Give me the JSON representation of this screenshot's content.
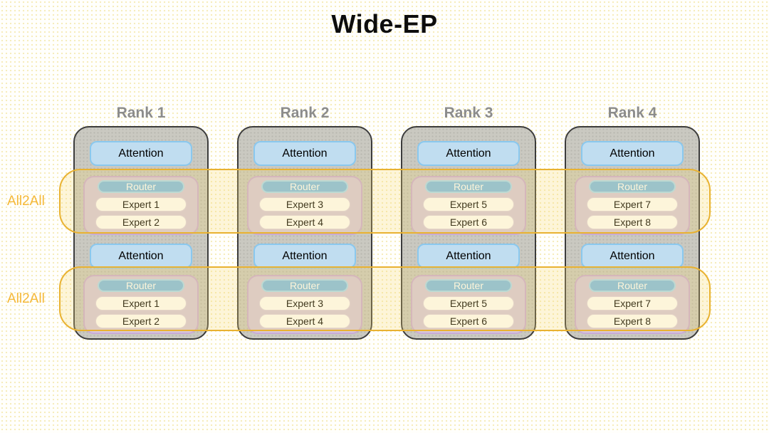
{
  "title": "Wide-EP",
  "bands": [
    {
      "label": "All2All"
    },
    {
      "label": "All2All"
    }
  ],
  "ranks": [
    {
      "label": "Rank 1",
      "layers": [
        {
          "attention": "Attention",
          "router": "Router",
          "experts": [
            "Expert 1",
            "Expert 2"
          ]
        },
        {
          "attention": "Attention",
          "router": "Router",
          "experts": [
            "Expert 1",
            "Expert 2"
          ]
        }
      ]
    },
    {
      "label": "Rank 2",
      "layers": [
        {
          "attention": "Attention",
          "router": "Router",
          "experts": [
            "Expert 3",
            "Expert 4"
          ]
        },
        {
          "attention": "Attention",
          "router": "Router",
          "experts": [
            "Expert 3",
            "Expert 4"
          ]
        }
      ]
    },
    {
      "label": "Rank 3",
      "layers": [
        {
          "attention": "Attention",
          "router": "Router",
          "experts": [
            "Expert 5",
            "Expert 6"
          ]
        },
        {
          "attention": "Attention",
          "router": "Router",
          "experts": [
            "Expert 5",
            "Expert 6"
          ]
        }
      ]
    },
    {
      "label": "Rank 4",
      "layers": [
        {
          "attention": "Attention",
          "router": "Router",
          "experts": [
            "Expert 7",
            "Expert 8"
          ]
        },
        {
          "attention": "Attention",
          "router": "Router",
          "experts": [
            "Expert 7",
            "Expert 8"
          ]
        }
      ]
    }
  ],
  "colors": {
    "band_border": "#E9B231",
    "band_label": "#F5B838",
    "rank_box_fill": "#CAC9C1",
    "rank_box_border": "#3C3C3C",
    "rank_label": "#8C8C8C",
    "attention_fill": "#C0DDF0",
    "attention_border": "#8AC8EE",
    "router_fill": "#7CBCE8",
    "router_border": "#A9DAF5",
    "expert_fill": "#FFFFFF",
    "expert_group_fill": "#D6C8DE",
    "expert_group_border": "#C9ABD5"
  }
}
